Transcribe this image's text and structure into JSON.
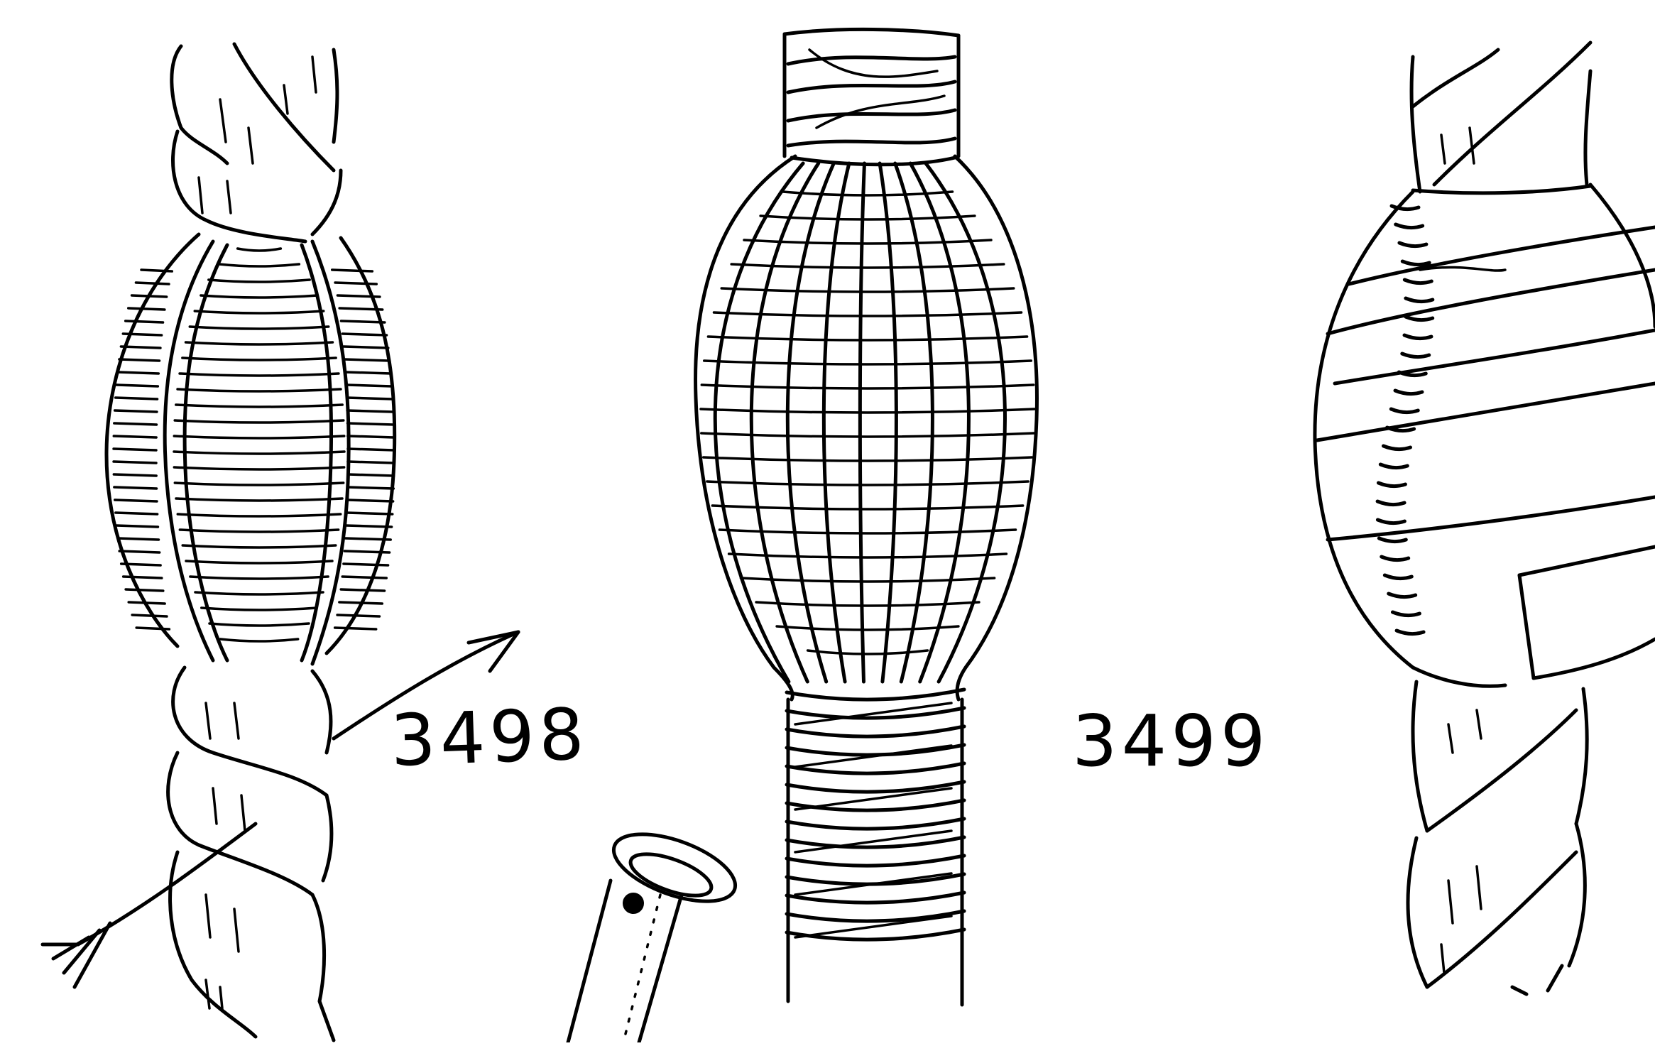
{
  "figures": [
    {
      "id": "fig-3498",
      "label": "3498"
    },
    {
      "id": "fig-3499",
      "label": "3499"
    }
  ]
}
